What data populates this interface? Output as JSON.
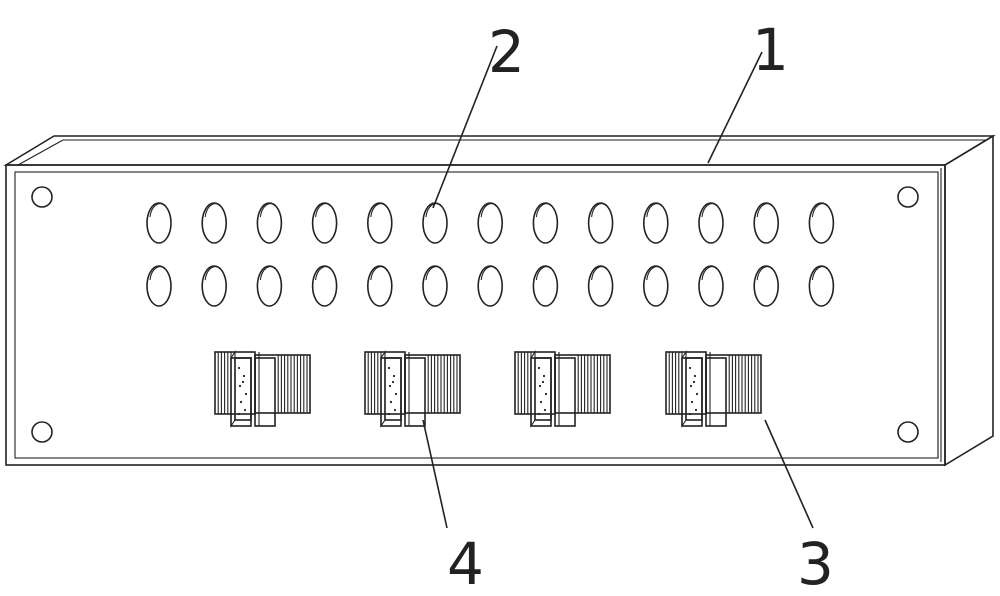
{
  "figure": {
    "callouts": [
      {
        "id": "1",
        "label": "1"
      },
      {
        "id": "2",
        "label": "2"
      },
      {
        "id": "3",
        "label": "3"
      },
      {
        "id": "4",
        "label": "4"
      }
    ],
    "hole_rows": 2,
    "holes_per_row": 13,
    "clamp_count": 4,
    "corner_bolt_count": 4,
    "line_color": "#222222",
    "background_color": "#ffffff"
  }
}
